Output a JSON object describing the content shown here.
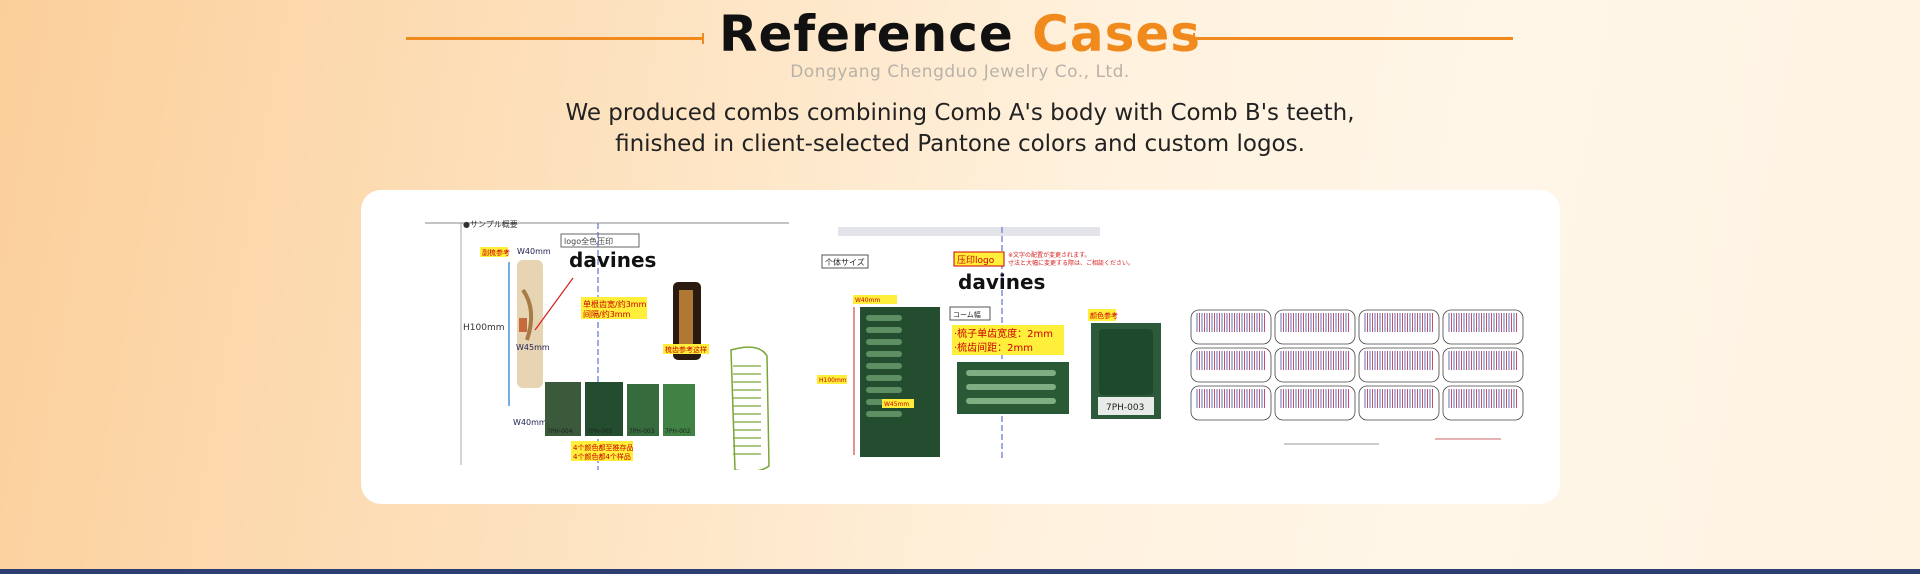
{
  "section": {
    "title_main": "Reference",
    "title_accent": "Cases",
    "company": "Dongyang Chengduo Jewelry Co., Ltd.",
    "description_line1": "We produced combs combining Comb A's body with Comb B's teeth,",
    "description_line2": "finished in client-selected Pantone colors and custom logos.",
    "accent_color": "#f08a1d"
  },
  "images": {
    "drawing_a": {
      "heading": "●サンプル概要",
      "tag_ref": "副梳参考",
      "logo_box": "logo全色压印",
      "brand": "davines",
      "dim_w_top": "W40mm",
      "dim_h": "H100mm",
      "dim_w_mid": "W45mm",
      "dim_w_bottom": "W40mm",
      "spec_line1": "单根齿宽/约3mm",
      "spec_line2": "间隔/约3mm",
      "tag_teeth": "梳齿参考这样",
      "swatch1": "7ΡΗ-004",
      "swatch2": "7ΡΗ-005",
      "swatch3": "7ΡΗ-003",
      "swatch4": "7ΡΗ-002",
      "note_line1": "4个颜色都至推存品",
      "note_line2": "4个颜色都4个样品"
    },
    "drawing_b": {
      "size_tag": "个体サイズ",
      "logo_tag": "压印logo",
      "warn_line1": "※文字の配置が変更されます。",
      "warn_line2": "寸法と大幅に変更する際は、ご相談ください。",
      "brand": "davines",
      "part_tag": "コーム幅",
      "spec_line1": "·梳子单齿宽度：2mm",
      "spec_line2": "·梳齿间距：2mm",
      "color_tag": "颜色参考",
      "swatch": "7ΡΗ-003",
      "dim_w": "W40mm",
      "dim_h": "H100mm",
      "dim_w2": "W45mm"
    }
  }
}
